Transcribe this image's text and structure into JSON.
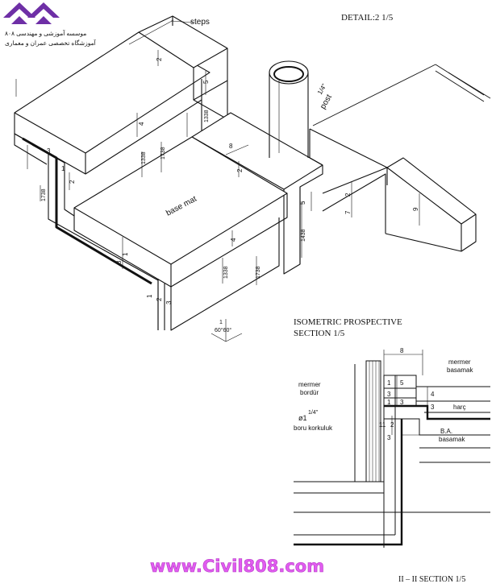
{
  "colors": {
    "ink": "#111111",
    "logo": "#6e2fa6",
    "watermark": "#e15cf0",
    "paper": "#ffffff"
  },
  "logo": {
    "line1": "موسسه آموزشی و مهندسی ۸۰۸",
    "line2": "آموزشگاه تخصصی عمران و معماری",
    "icon": "logo-mark"
  },
  "detail_title": "DETAIL:2 1/5",
  "iso": {
    "steps": "steps",
    "post": "post",
    "post_dim": "1/4\"",
    "base_mat": "base mat",
    "angles": "60°60°",
    "vertical": "1",
    "dims": {
      "top_step_rise": "5",
      "top_step_top": "2",
      "top_step_138": "1338",
      "top_slab_4": "4",
      "top_slab_1738": "1738",
      "top_slab_1338": "1338",
      "left_3": "3",
      "left_1": "1",
      "left_1738": "1738",
      "left_2": "2",
      "mid_8": "8",
      "mid_2": "2",
      "right_5": "5",
      "right_1438": "1438",
      "slab_4": "4",
      "slab_1338": "1338",
      "slab_1738": "1738",
      "slab_3": "3",
      "slab_1": "1",
      "low_1": "1",
      "low_2": "2",
      "low_3": "3",
      "wall_2": "2",
      "wall_7": "7",
      "wall_9": "9"
    }
  },
  "iso_title_line1": "ISOMETRIC PROSPECTIVE",
  "iso_title_line2": "SECTION 1/5",
  "section": {
    "dim_top": "8",
    "mermer_basamak_1": "mermer",
    "mermer_basamak_2": "basamak",
    "mermer_bordur_1": "mermer",
    "mermer_bordur_2": "bordür",
    "harc": "harç",
    "pipe_1": "ø1",
    "pipe_2": "1/4\"",
    "boru_korkuluk": "boru korkuluk",
    "ba_1": "B.A.",
    "ba_2": "basamak",
    "d1": "1",
    "d5": "5",
    "d3": "3",
    "d4": "4",
    "d3b": "3",
    "d1b": "1",
    "d3c": "3",
    "d11": "11",
    "d2": "2",
    "d3d": "3",
    "title": "II – II SECTION 1/5"
  },
  "watermark": "www.Civil808.com"
}
